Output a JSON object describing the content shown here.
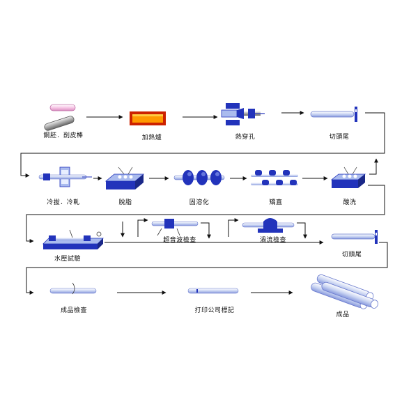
{
  "steps": {
    "billet": "鋼胚．削皮棒",
    "heating": "加熱爐",
    "piercing": "熱穿孔",
    "cut_tail_1": "切頭尾",
    "cold_draw_roll": "冷拔．冷軋",
    "degrease": "脫脂",
    "solution": "固溶化",
    "straighten": "矯直",
    "pickle": "酸洗",
    "hydro_test": "水壓試驗",
    "ultrasonic": "超音波檢查",
    "eddy": "渦流檢查",
    "cut_tail_2": "切頭尾",
    "final_inspect": "成品檢查",
    "marking": "打印公司標記",
    "product": "成品"
  },
  "colors": {
    "blue": "#2233bb",
    "lightblue": "#aabbee",
    "orange": "#ff9900",
    "red": "#cc2200",
    "pink": "#f5b8dd",
    "line": "#111111"
  }
}
